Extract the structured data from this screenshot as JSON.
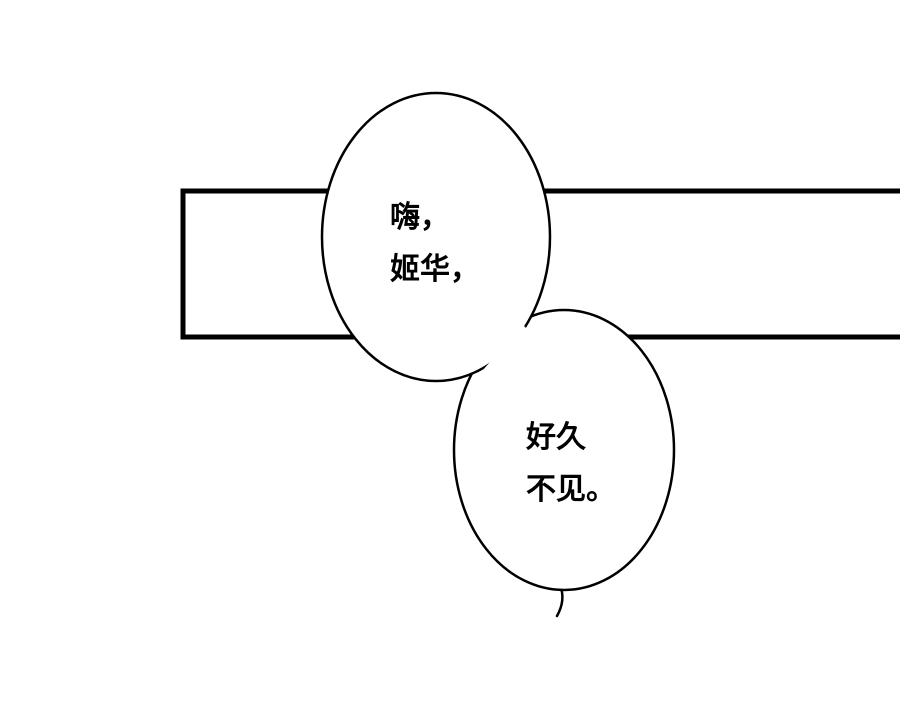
{
  "colors": {
    "background": "#ffffff",
    "ink": "#000000",
    "bubble_fill": "#ffffff"
  },
  "bubbles": [
    {
      "lines": [
        "嗨，",
        "姬华，"
      ]
    },
    {
      "lines": [
        "好久",
        "不见。"
      ]
    }
  ]
}
